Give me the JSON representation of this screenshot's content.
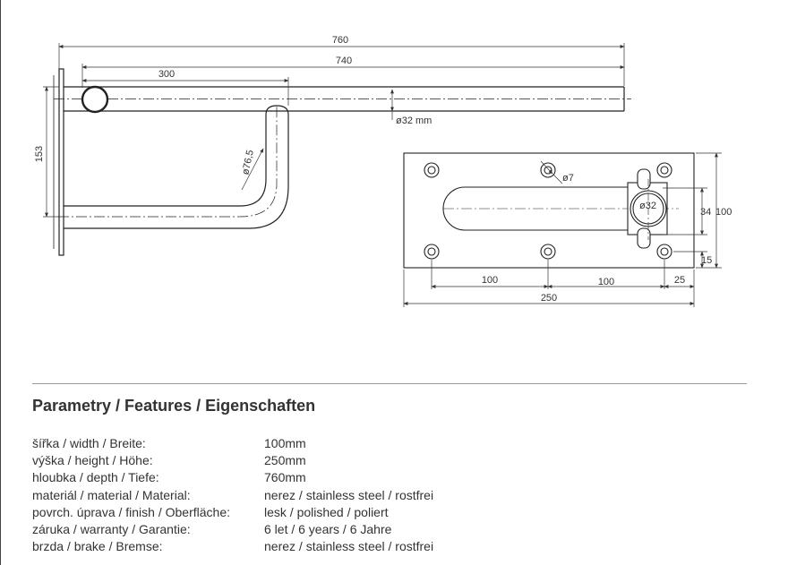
{
  "drawing": {
    "dimensions": {
      "overall_length": "760",
      "bar_length": "740",
      "arm_offset": "300",
      "tube_diameter": "ø32 mm",
      "bend_radius": "ø76,5",
      "height_153": "153",
      "hole_diameter": "ø7",
      "tube_ring": "ø32",
      "spacing_100_left": "100",
      "spacing_100_right": "100",
      "edge_25": "25",
      "plate_width": "250",
      "height_34": "34",
      "height_100": "100",
      "edge_15": "15"
    }
  },
  "specs": {
    "title": "Parametry / Features / Eigenschaften",
    "rows": [
      {
        "label": "šířka / width / Breite:",
        "value": "100mm"
      },
      {
        "label": "výška / height / Höhe:",
        "value": "250mm"
      },
      {
        "label": "hloubka / depth / Tiefe:",
        "value": "760mm"
      },
      {
        "label": "materiál / material / Material:",
        "value": "nerez / stainless steel / rostfrei"
      },
      {
        "label": "povrch. úprava / finish / Oberfläche:",
        "value": "lesk / polished / poliert"
      },
      {
        "label": "záruka / warranty / Garantie:",
        "value": "6 let / 6 years / 6 Jahre"
      },
      {
        "label": "brzda / brake / Bremse:",
        "value": "nerez / stainless steel / rostfrei"
      }
    ]
  }
}
